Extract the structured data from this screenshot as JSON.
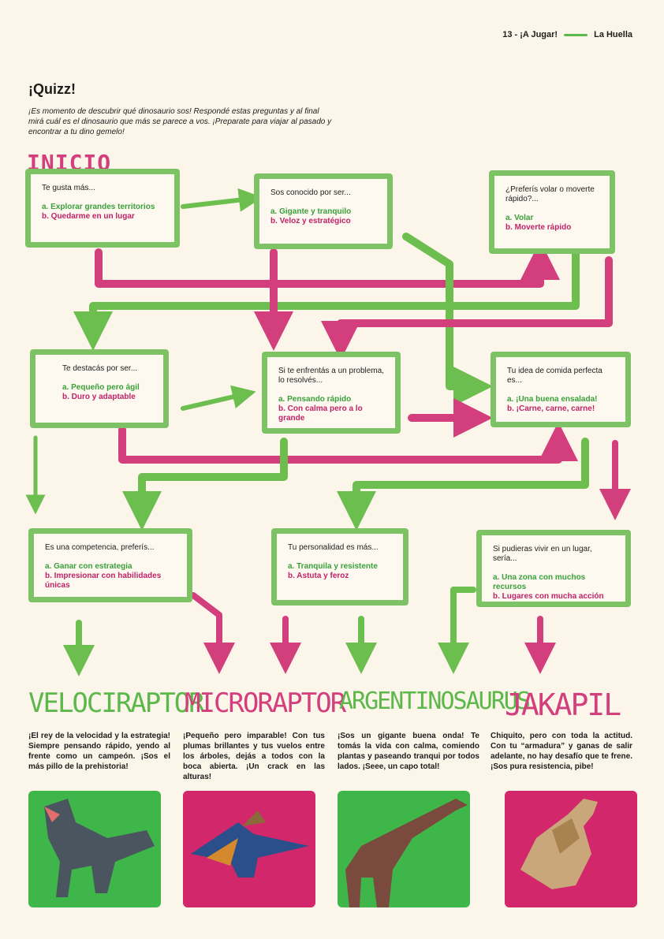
{
  "header": {
    "page": "13 - ¡A Jugar!",
    "brand": "La Huella"
  },
  "title": "¡Quizz!",
  "intro": "¡Es momento de descubrir qué dinosaurio sos! Respondé estas preguntas y al final mirá cuál es el dinosaurio que más se parece a vos. ¡Preparate para viajar al pasado y encontrar a tu dino gemelo!",
  "start_label": "INICIO",
  "colors": {
    "green": "#7dc265",
    "pink": "#d33f7d"
  },
  "questions": [
    {
      "q": "Te gusta más...",
      "a": "a. Explorar grandes territorios",
      "b": "b. Quedarme en un lugar"
    },
    {
      "q": "Sos conocido por ser...",
      "a": "a. Gigante y tranquilo",
      "b": "b. Veloz y estratégico"
    },
    {
      "q": "¿Preferís volar o moverte rápido?...",
      "a": "a. Volar",
      "b": "b. Moverte rápido"
    },
    {
      "q": "Te destacás por ser...",
      "a": "a. Pequeño pero ágil",
      "b": "b. Duro y adaptable"
    },
    {
      "q": "Si te enfrentás a un problema, lo resolvés...",
      "a": "a. Pensando rápido",
      "b": "b. Con calma pero a lo grande"
    },
    {
      "q": "Tu idea de comida perfecta es...",
      "a": "a. ¡Una buena ensalada!",
      "b": "b. ¡Carne, carne, carne!"
    },
    {
      "q": "Es una competencia, preferís...",
      "a": "a. Ganar con estrategia",
      "b": "b. Impresionar con habilidades únicas"
    },
    {
      "q": "Tu personalidad es más...",
      "a": "a. Tranquila y resistente",
      "b": "b. Astuta y feroz"
    },
    {
      "q": "Si pudieras vivir en un lugar, sería...",
      "a": "a. Una zona con muchos recursos",
      "b": "b. Lugares con mucha acción"
    }
  ],
  "results": [
    {
      "name": "VELOCIRAPTOR",
      "color": "green",
      "icon": "velociraptor-image",
      "desc": "¡El rey de la velocidad y la estrategia! Siempre pensando rápido, yendo al frente como un campeón. ¡Sos el más pillo de la prehistoria!"
    },
    {
      "name": "MICRORAPTOR",
      "color": "pink",
      "icon": "microraptor-image",
      "desc": "¡Pequeño pero imparable! Con tus plumas brillantes y tus vuelos entre los árboles, dejás a todos con la boca abierta. ¡Un crack en las alturas!"
    },
    {
      "name": "ARGENTINOSAURUS",
      "color": "green",
      "icon": "argentinosaurus-image",
      "desc": "¡Sos un gigante buena onda! Te tomás la vida con calma, comiendo plantas y paseando tranqui por todos lados. ¡Seee, un capo total!"
    },
    {
      "name": "JAKAPIL",
      "color": "pink",
      "icon": "jakapil-image",
      "desc": "Chiquito, pero con toda la actitud. Con tu “armadura” y ganas de salir adelante, no hay desafío que te frene. ¡Sos pura resistencia, pibe!"
    }
  ]
}
